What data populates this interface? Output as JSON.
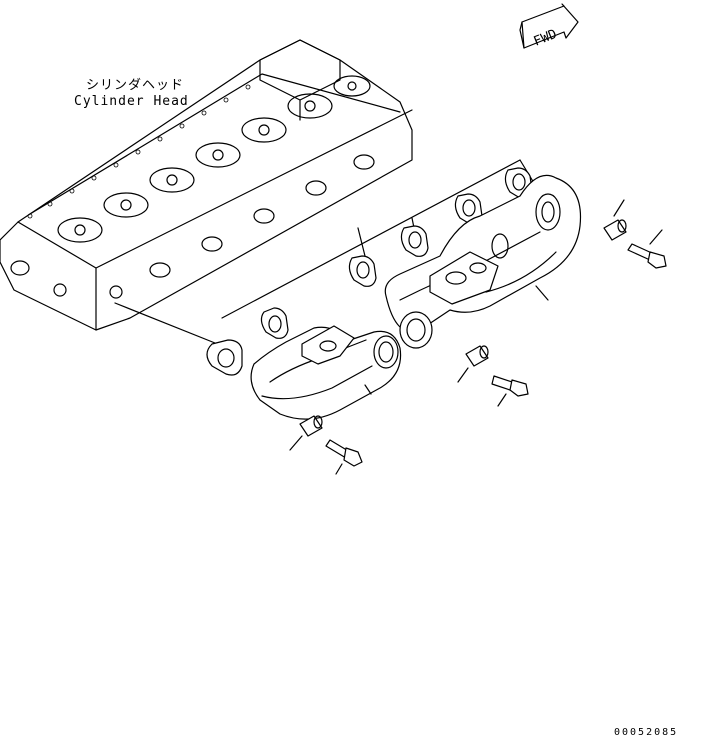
{
  "labels": {
    "cylinder_head_jp": "シリンダヘッド",
    "cylinder_head_en": "Cylinder Head",
    "fwd": "FWD",
    "part_number": "00052085"
  }
}
